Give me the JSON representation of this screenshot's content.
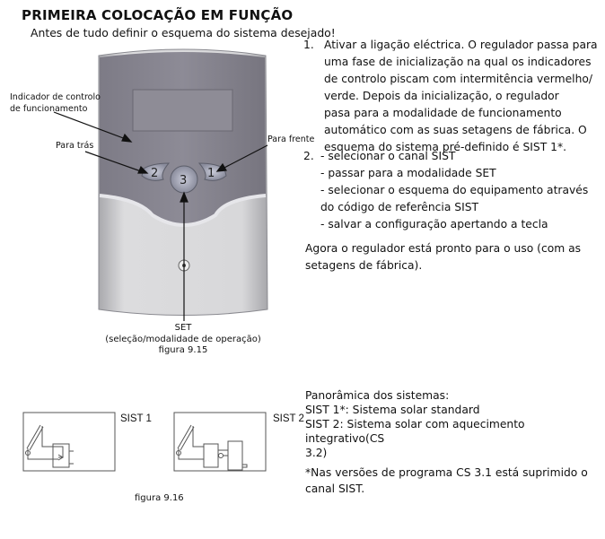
{
  "title": "PRIMEIRA COLOCAÇÃO EM FUNÇÃO",
  "subtitle": "Antes de tudo definir o esquema do sistema desejado!",
  "figure1": {
    "label_indicator_1": "Indicador de controlo",
    "label_indicator_2": "de funcionamento",
    "label_back": "Para trás",
    "label_forward": "Para frente",
    "btn1": "1",
    "btn2": "2",
    "btn3": "3",
    "set": "SET",
    "set_desc": "(seleção/modalidade de operação)",
    "caption": "figura 9.15"
  },
  "steps": [
    "1.",
    "Ativar a ligação eléctrica. O regulador passa para",
    "uma fase de inicialização na qual os indicadores",
    "de controlo piscam com intermitência vermelho/",
    "verde. Depois da inicialização, o regulador",
    "pasa para a modalidade de funcionamento",
    "automático com as suas setagens de fábrica. O",
    "esquema do sistema pré-definido é SIST 1*.",
    "2.",
    "- selecionar o canal SIST",
    "- passar para a modalidade SET",
    "- selecionar o esquema do equipamento através",
    "do código de referência SIST",
    "- salvar a configuração apertando a tecla"
  ],
  "ready": [
    "Agora o regulador está pronto para o uso (com as",
    "setagens de fábrica)."
  ],
  "figure2": {
    "sist1": "SIST 1",
    "sist2": "SIST 2",
    "caption": "figura 9.16"
  },
  "overview": [
    "Panorâmica  dos sistemas:",
    "SIST 1*: Sistema solar standard",
    "SIST 2: Sistema solar com aquecimento integrativo(CS",
    "3.2)"
  ],
  "note": [
    "*Nas versões de programa CS 3.1 está suprimido o",
    "canal SIST."
  ]
}
